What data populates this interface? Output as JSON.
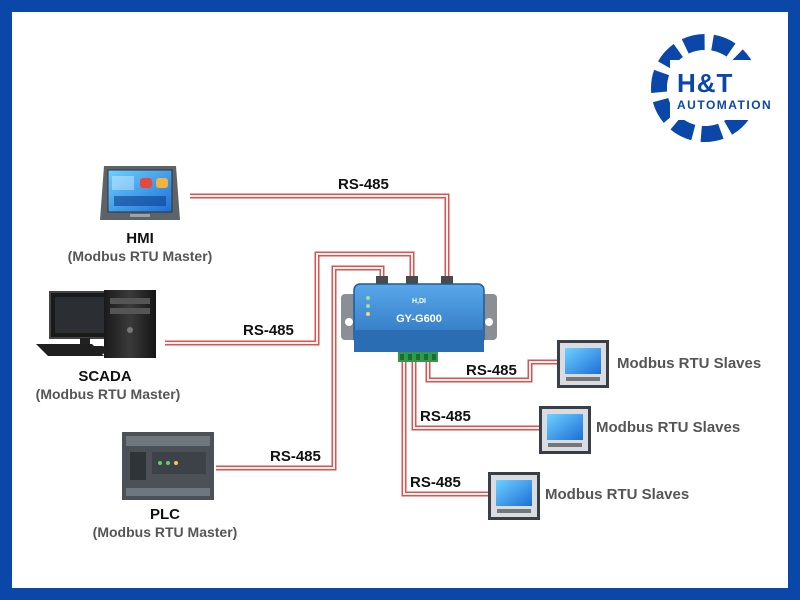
{
  "logo": {
    "brand": "H&T",
    "sub": "AUTOMATION",
    "color": "#0a47a9"
  },
  "masters": [
    {
      "id": "hmi",
      "name": "HMI",
      "role": "(Modbus RTU Master)"
    },
    {
      "id": "scada",
      "name": "SCADA",
      "role": "(Modbus RTU Master)"
    },
    {
      "id": "plc",
      "name": "PLC",
      "role": "(Modbus RTU Master)"
    }
  ],
  "gateway": {
    "brand": "H,DI",
    "model": "GY-G600"
  },
  "links": [
    {
      "id": "hmi",
      "label": "RS-485"
    },
    {
      "id": "scada",
      "label": "RS-485"
    },
    {
      "id": "plc",
      "label": "RS-485"
    },
    {
      "id": "slave1",
      "label": "RS-485"
    },
    {
      "id": "slave2",
      "label": "RS-485"
    },
    {
      "id": "slave3",
      "label": "RS-485"
    }
  ],
  "slaves": [
    {
      "id": "slave1",
      "label": "Modbus RTU Slaves"
    },
    {
      "id": "slave2",
      "label": "Modbus RTU Slaves"
    },
    {
      "id": "slave3",
      "label": "Modbus RTU Slaves"
    }
  ],
  "colors": {
    "frame": "#0a47a9",
    "wire_outer": "#d9534f",
    "wire_inner": "#f2f2f2",
    "gateway_body": "#3f8fd8",
    "terminal": "#2f9a4a"
  }
}
